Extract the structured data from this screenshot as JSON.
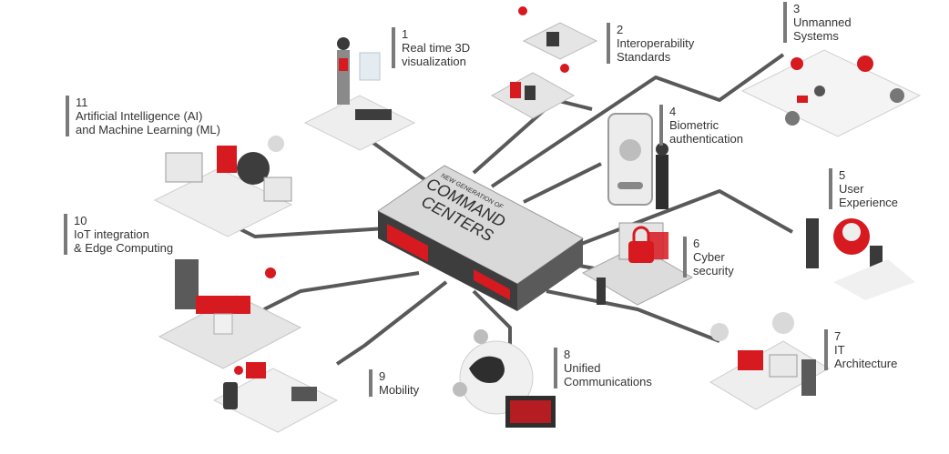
{
  "colors": {
    "accent": "#d71920",
    "line": "#555555",
    "hub_top": "#d9d9d9",
    "hub_side": "#444444"
  },
  "hub": {
    "subtitle": "NEW GENERATION OF",
    "line1": "COMMAND",
    "line2": "CENTERS"
  },
  "nodes": [
    {
      "num": "1",
      "lines": [
        "Real time 3D",
        "visualization"
      ]
    },
    {
      "num": "2",
      "lines": [
        "Interoperability",
        "Standards"
      ]
    },
    {
      "num": "3",
      "lines": [
        "Unmanned",
        "Systems"
      ]
    },
    {
      "num": "4",
      "lines": [
        "Biometric",
        "authentication"
      ]
    },
    {
      "num": "5",
      "lines": [
        "User",
        "Experience"
      ]
    },
    {
      "num": "6",
      "lines": [
        "Cyber",
        "security"
      ]
    },
    {
      "num": "7",
      "lines": [
        "IT",
        "Architecture"
      ]
    },
    {
      "num": "8",
      "lines": [
        "Unified",
        "Communications"
      ]
    },
    {
      "num": "9",
      "lines": [
        "Mobility"
      ]
    },
    {
      "num": "10",
      "lines": [
        "IoT integration",
        "& Edge Computing"
      ]
    },
    {
      "num": "11",
      "lines": [
        "Artificial Intelligence (AI)",
        "and Machine Learning (ML)"
      ]
    }
  ]
}
